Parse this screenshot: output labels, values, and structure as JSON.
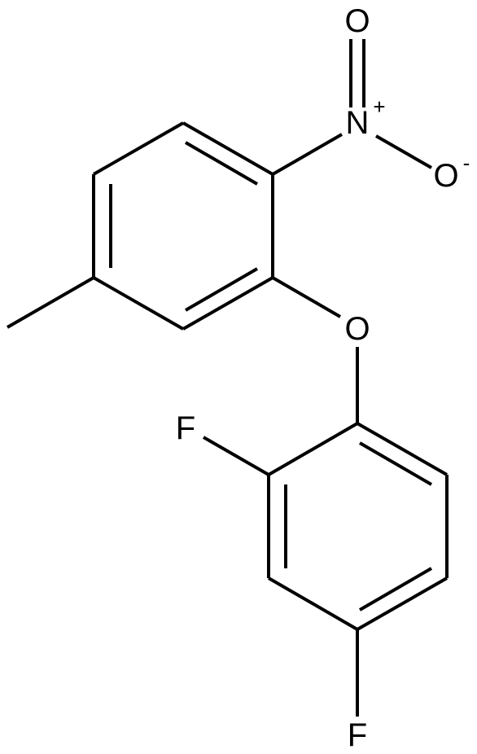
{
  "structure": {
    "atoms": {
      "nitro_oxygen_top": "O",
      "nitro_nitrogen": "N",
      "nitro_nitrogen_charge": "+",
      "nitro_oxygen_right": "O",
      "nitro_oxygen_right_charge": "-",
      "ether_oxygen": "O",
      "fluorine_ortho": "F",
      "fluorine_para": "F"
    }
  }
}
